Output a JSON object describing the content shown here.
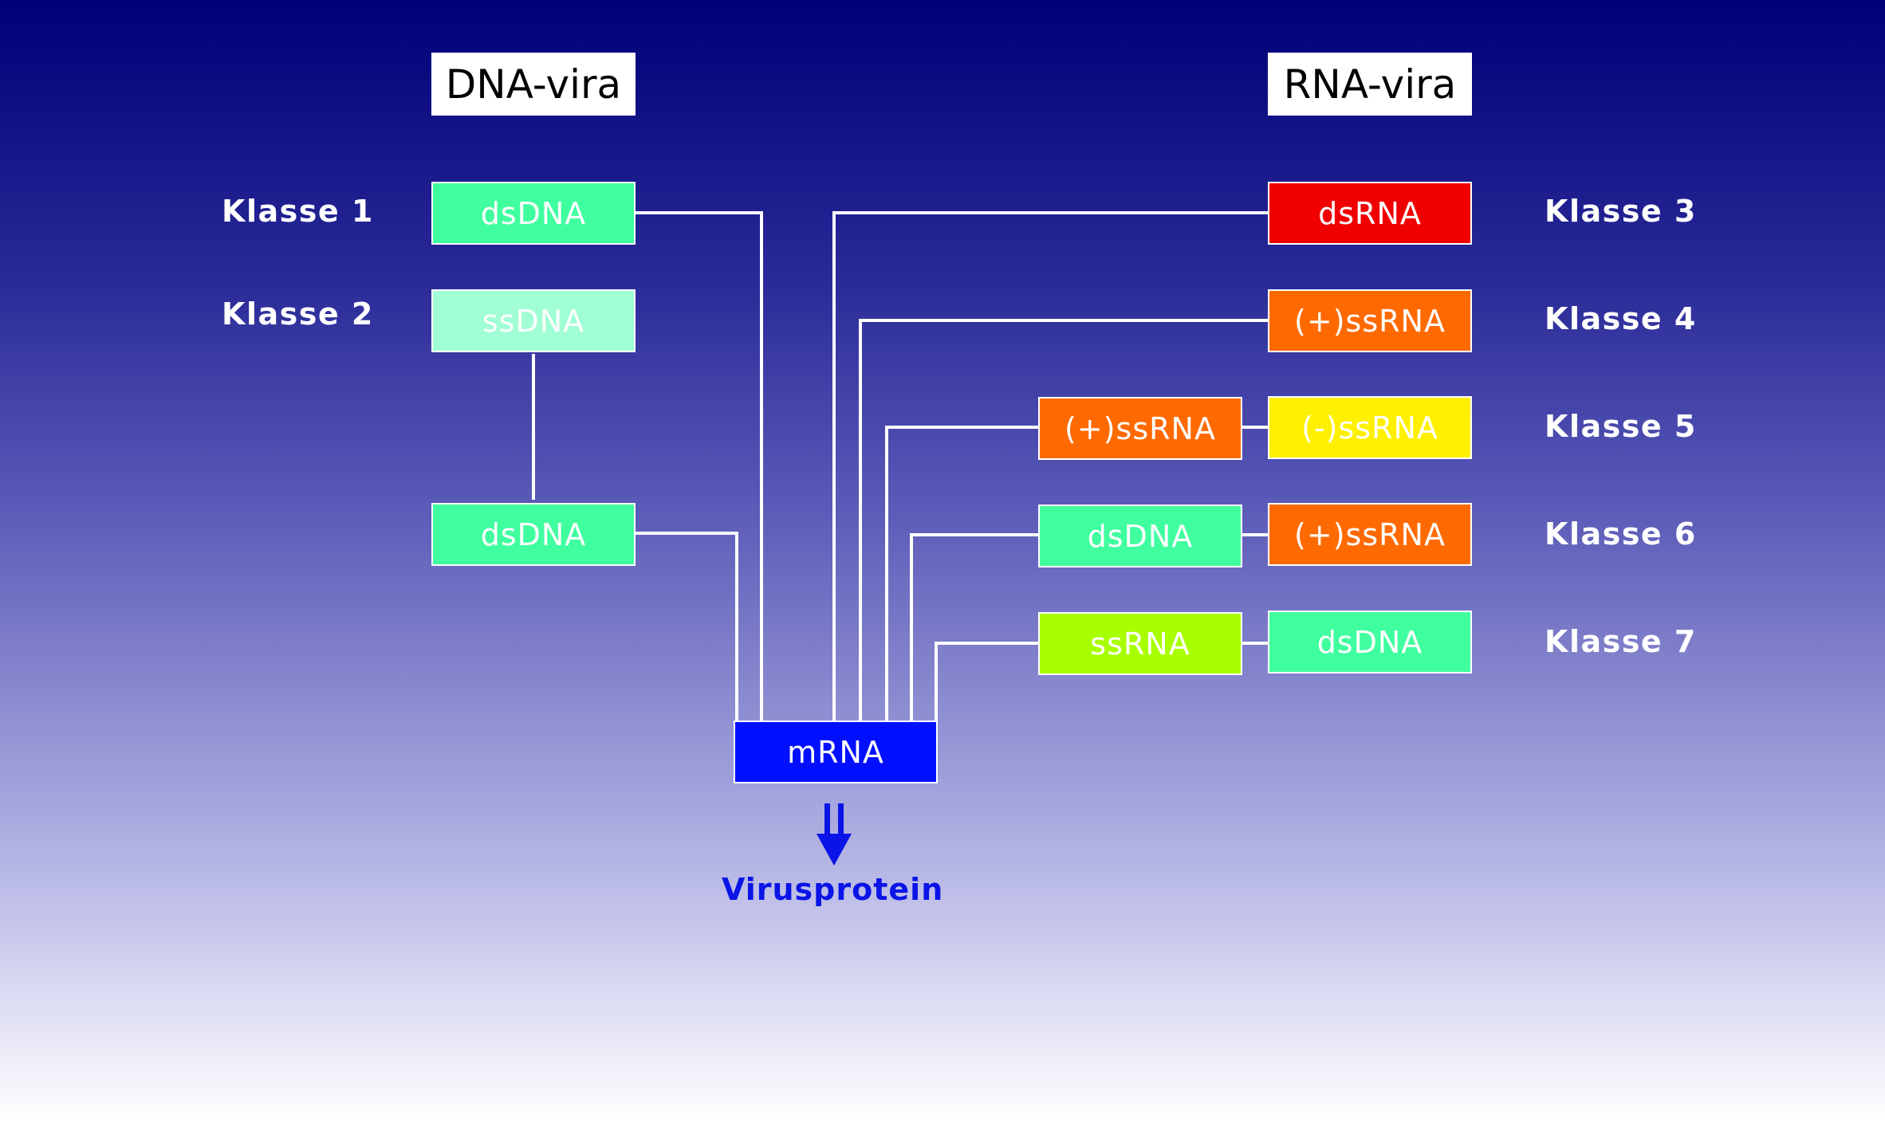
{
  "headers": {
    "dna": "DNA-vira",
    "rna": "RNA-vira"
  },
  "classes": [
    "Klasse 1",
    "Klasse 2",
    "Klasse 3",
    "Klasse 4",
    "Klasse 5",
    "Klasse 6",
    "Klasse 7"
  ],
  "dna_boxes": {
    "k1_dsdna": "dsDNA",
    "k2_ssdna": "ssDNA",
    "k2_dsdna": "dsDNA"
  },
  "rna_boxes": {
    "k3_dsrna": "dsRNA",
    "k4_plus_ssrna": "(+)ssRNA",
    "k5_minus_ssrna": "(-)ssRNA",
    "k5_plus_ssrna": "(+)ssRNA",
    "k6_plus_ssrna": "(+)ssRNA",
    "k6_dsdna": "dsDNA",
    "k7_dsdna": "dsDNA",
    "k7_ssrna": "ssRNA"
  },
  "center": {
    "mrna": "mRNA",
    "result": "Virusprotein"
  },
  "colors": {
    "dsdna": "#40ff9f",
    "ssdna": "#a0ffd4",
    "dsrna": "#f00000",
    "plus_ssrna": "#ff6a00",
    "minus_ssrna": "#fff000",
    "ssrna": "#a8ff00",
    "mrna": "#0010ff",
    "arrow": "#0a14e6",
    "wire": "#ffffff"
  }
}
